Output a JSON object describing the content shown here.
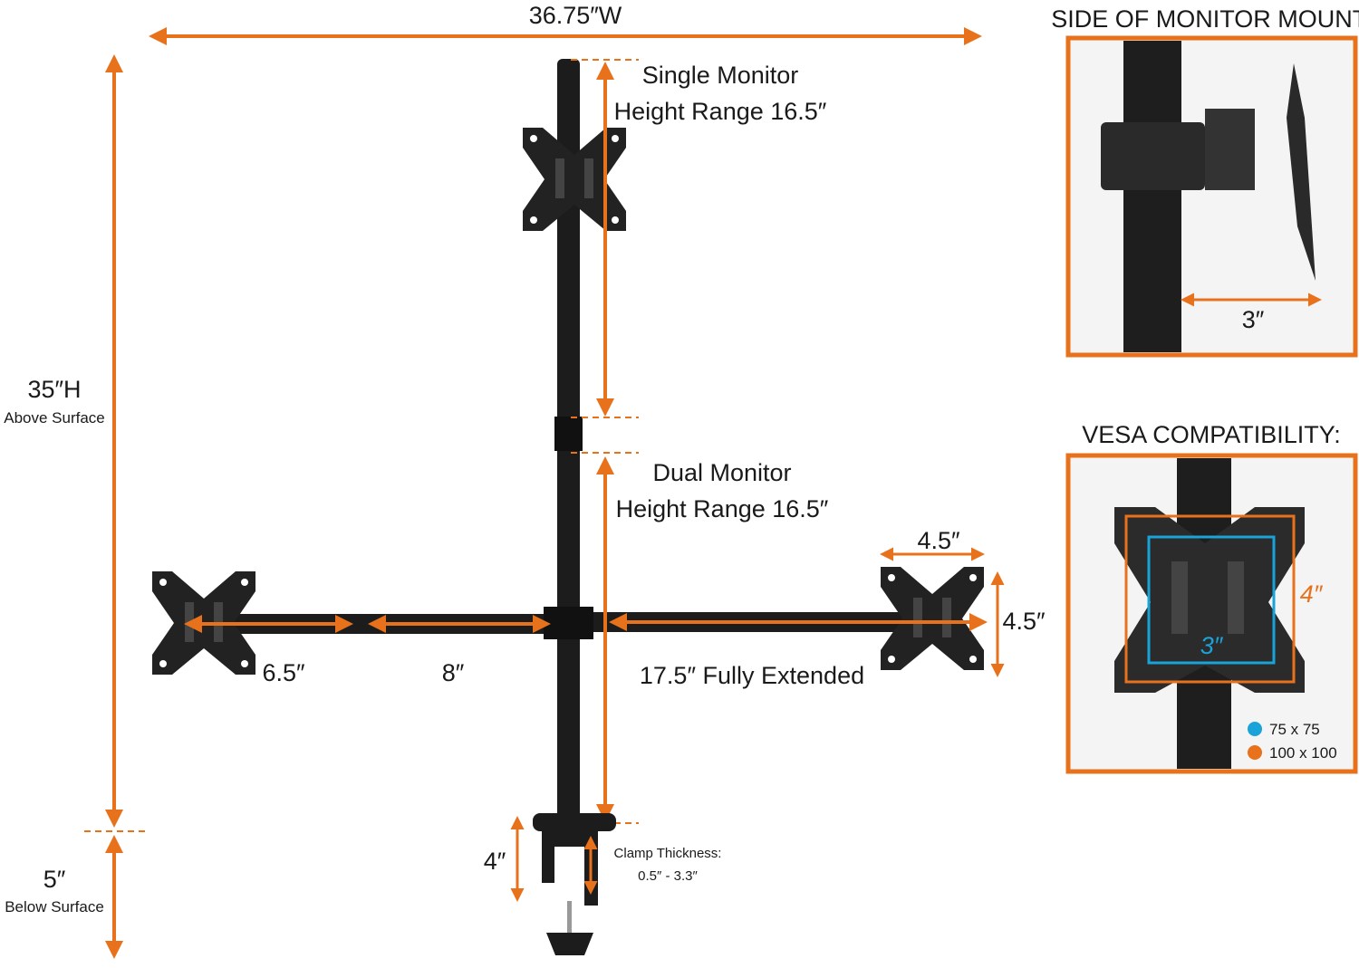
{
  "colors": {
    "accent": "#e8721c",
    "blue": "#1aa3d9",
    "metal": "#1c1c1c"
  },
  "dimensions": {
    "width": "36.75″W",
    "height": "35″H",
    "height_sub": "Above Surface",
    "below": "5″",
    "below_sub": "Below Surface",
    "single_line1": "Single Monitor",
    "single_line2": "Height Range 16.5″",
    "dual_line1": "Dual Monitor",
    "dual_line2": "Height Range 16.5″",
    "arm1": "6.5″",
    "arm2": "8″",
    "arm_ext": "17.5″ Fully Extended",
    "plate_w": "4.5″",
    "plate_h": "4.5″",
    "clamp_h": "4″",
    "clamp_title": "Clamp Thickness:",
    "clamp_range": "0.5″ - 3.3″"
  },
  "side_panel": {
    "title": "SIDE OF MONITOR MOUNT:",
    "measure": "3″"
  },
  "vesa_panel": {
    "title": "VESA COMPATIBILITY:",
    "inner": "3″",
    "outer": "4″",
    "legend": [
      {
        "label": "75 x 75",
        "color": "#1aa3d9"
      },
      {
        "label": "100 x 100",
        "color": "#e8721c"
      }
    ]
  }
}
